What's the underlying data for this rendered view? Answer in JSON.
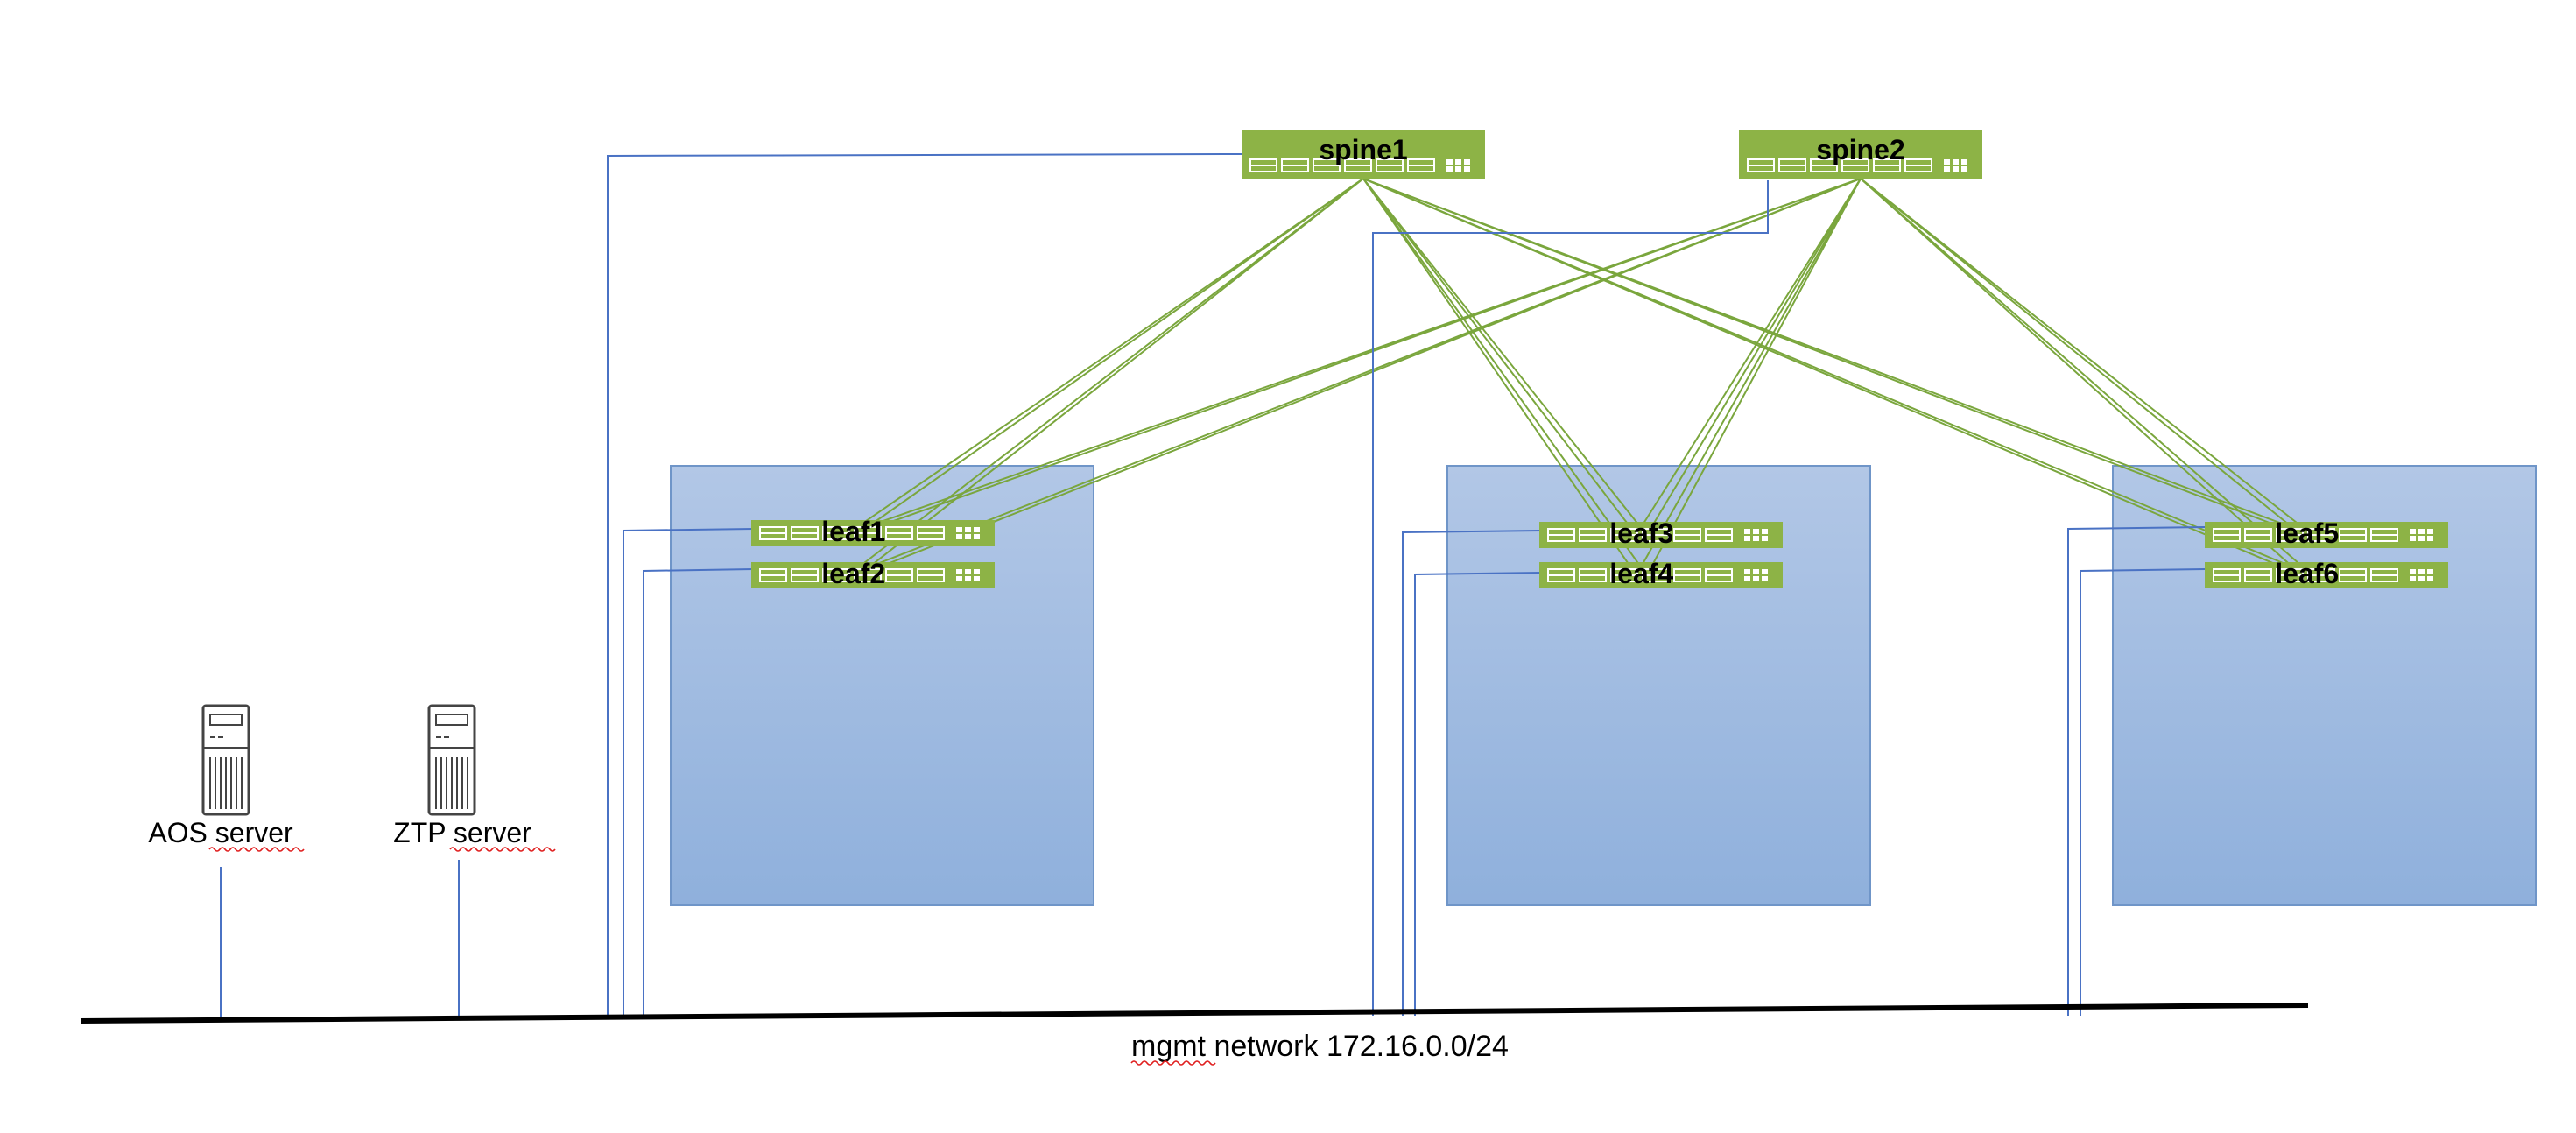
{
  "colors": {
    "switch_fill": "#8db346",
    "switch_port": "#ffffff",
    "rack_top": "#b2c7e6",
    "rack_bottom": "#8fb0dc",
    "rack_border": "#6f95c8",
    "uplink": "#7aa63d",
    "mgmt_link": "#4a72c4",
    "mgmt_bus": "#000000",
    "spellcheck": "#e02020"
  },
  "spines": [
    {
      "id": "spine1",
      "label": "spine1"
    },
    {
      "id": "spine2",
      "label": "spine2"
    }
  ],
  "leaves": [
    {
      "id": "leaf1",
      "label": "leaf1"
    },
    {
      "id": "leaf2",
      "label": "leaf2"
    },
    {
      "id": "leaf3",
      "label": "leaf3"
    },
    {
      "id": "leaf4",
      "label": "leaf4"
    },
    {
      "id": "leaf5",
      "label": "leaf5"
    },
    {
      "id": "leaf6",
      "label": "leaf6"
    }
  ],
  "racks": [
    {
      "id": "rack1",
      "leaves": [
        "leaf1",
        "leaf2"
      ]
    },
    {
      "id": "rack2",
      "leaves": [
        "leaf3",
        "leaf4"
      ]
    },
    {
      "id": "rack3",
      "leaves": [
        "leaf5",
        "leaf6"
      ]
    }
  ],
  "servers": [
    {
      "id": "aos",
      "label": "AOS server",
      "icon": "tower-server-icon"
    },
    {
      "id": "ztp",
      "label": "ZTP server",
      "icon": "tower-server-icon"
    }
  ],
  "network": {
    "label": "mgmt network 172.16.0.0/24"
  }
}
